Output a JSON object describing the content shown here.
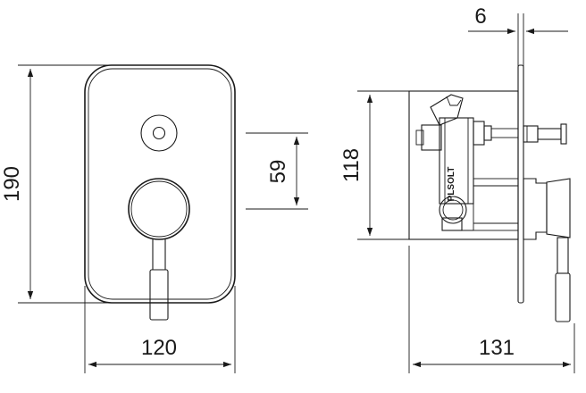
{
  "dimensions": {
    "height_front": "190",
    "width_front": "120",
    "offset": "59",
    "body_height": "118",
    "plate_thickness": "6",
    "depth": "131"
  },
  "brand_mark": "PLSOLT"
}
